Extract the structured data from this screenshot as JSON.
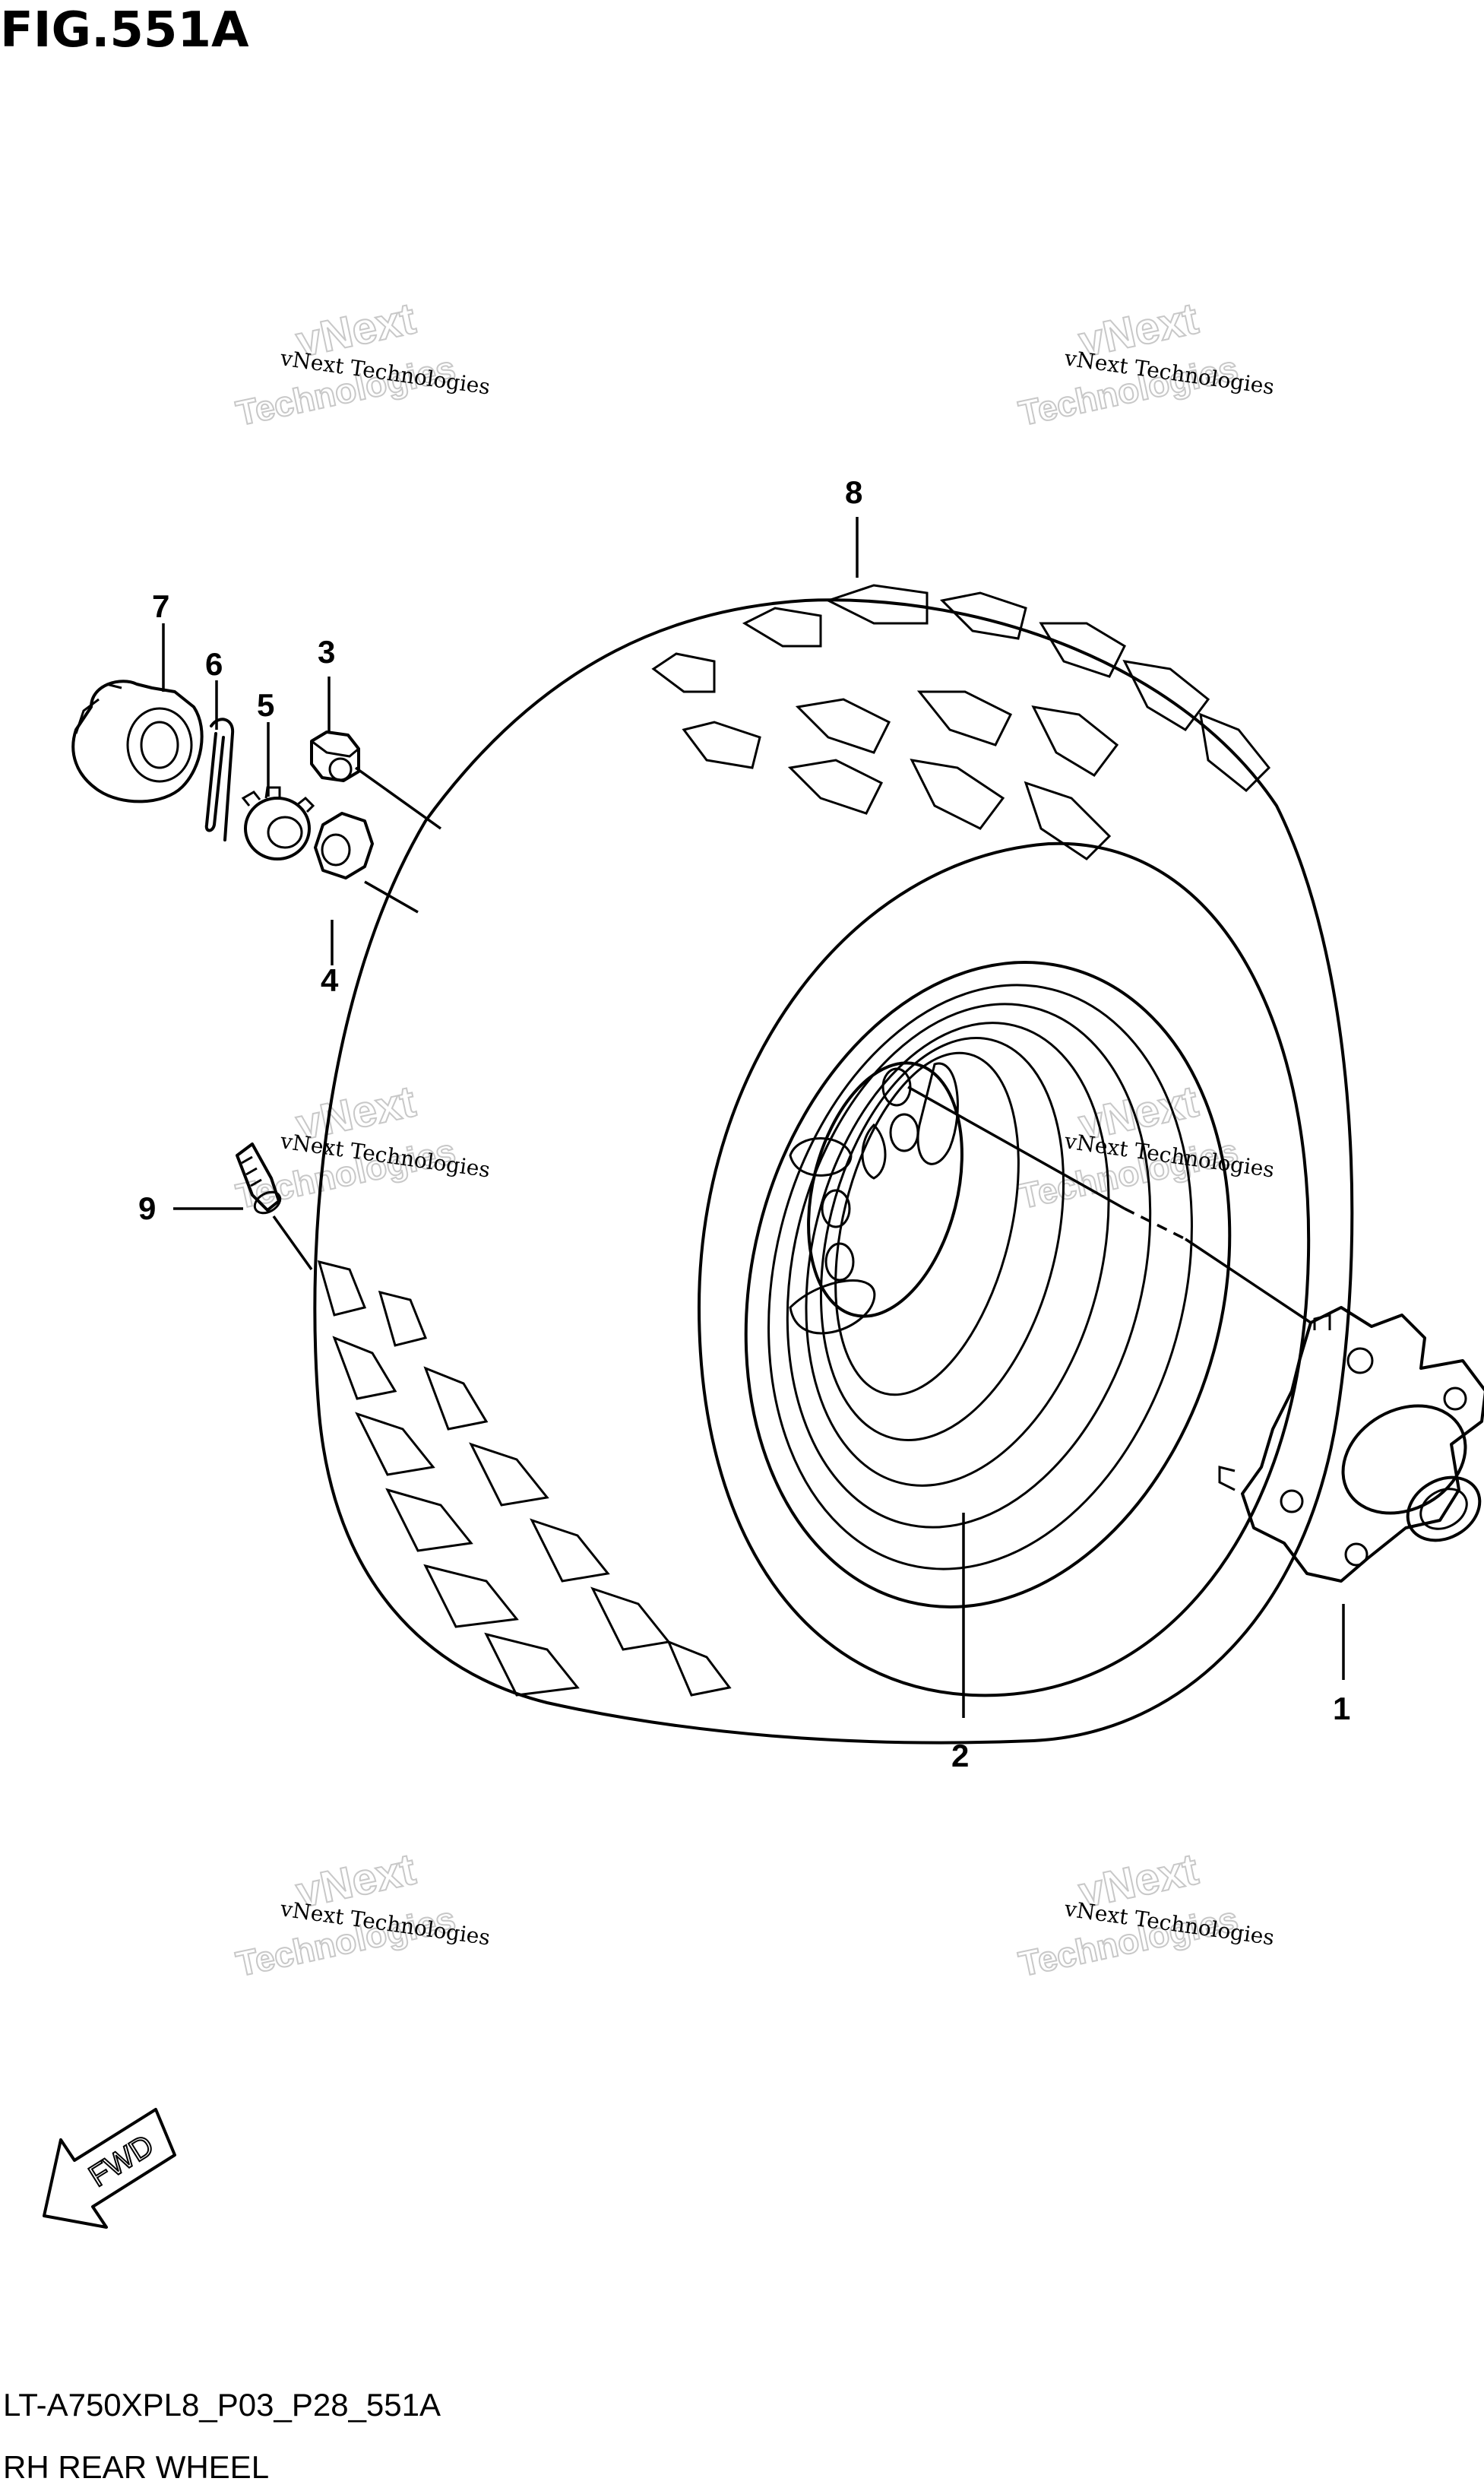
{
  "title": "FIG.551A",
  "callouts": {
    "c1": "1",
    "c2": "2",
    "c3": "3",
    "c4": "4",
    "c5": "5",
    "c6": "6",
    "c7": "7",
    "c8": "8",
    "c9": "9"
  },
  "watermark": {
    "line1": "vNext Technologies",
    "big1": "vNext",
    "big2": "Technologies"
  },
  "fwd_label": "FWD",
  "diagram_code": "LT-A750XPL8_P03_P28_551A",
  "caption": "RH REAR WHEEL"
}
